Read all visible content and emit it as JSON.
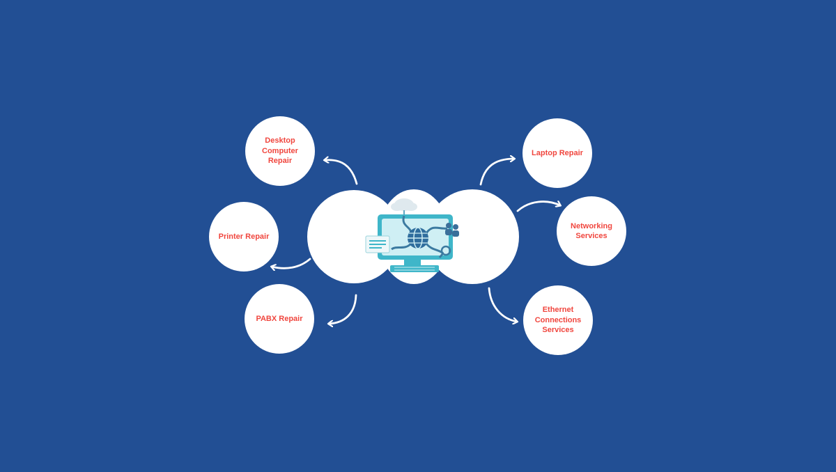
{
  "colors": {
    "background": "#224f94",
    "node_fill": "#ffffff",
    "label_text": "#f0463e",
    "arrow": "#ffffff"
  },
  "center": {
    "icon": "computer-network-illustration"
  },
  "nodes": [
    {
      "id": "desktop",
      "label": "Desktop\nComputer\nRepair"
    },
    {
      "id": "printer",
      "label": "Printer Repair"
    },
    {
      "id": "pabx",
      "label": "PABX Repair"
    },
    {
      "id": "laptop",
      "label": "Laptop Repair"
    },
    {
      "id": "networking",
      "label": "Networking\nServices"
    },
    {
      "id": "ethernet",
      "label": "Ethernet\nConnections\nServices"
    }
  ]
}
